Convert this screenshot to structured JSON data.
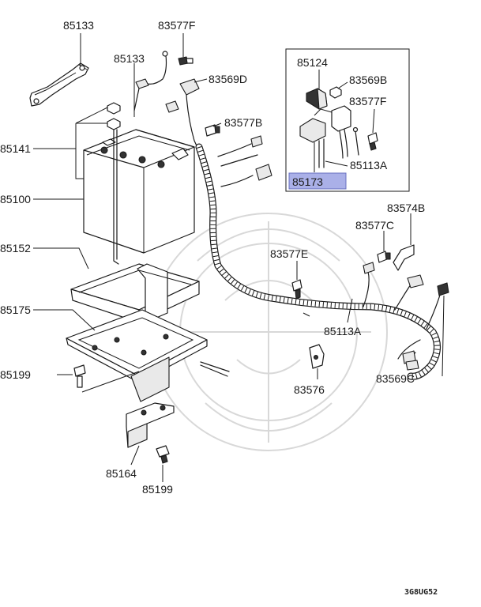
{
  "diagram": {
    "labels": {
      "l85133_top": "85133",
      "l83577F_top": "83577F",
      "l85133_mid": "85133",
      "l83569D": "83569D",
      "l85124": "85124",
      "l83569B": "83569B",
      "l83577F_inset": "83577F",
      "l83577B": "83577B",
      "l85141": "85141",
      "l85113A_inset": "85113A",
      "l85173": "85173",
      "l85100": "85100",
      "l83574B": "83574B",
      "l83577C": "83577C",
      "l85152": "85152",
      "l83577E": "83577E",
      "l85175": "85175",
      "l85113A_main": "85113A",
      "l85199_left": "85199",
      "l83576": "83576",
      "l83569C": "83569C",
      "l85164": "85164",
      "l85199_bottom": "85199"
    },
    "diagram_code": "3G8UG52",
    "highlight_color": "#aab0e8"
  }
}
